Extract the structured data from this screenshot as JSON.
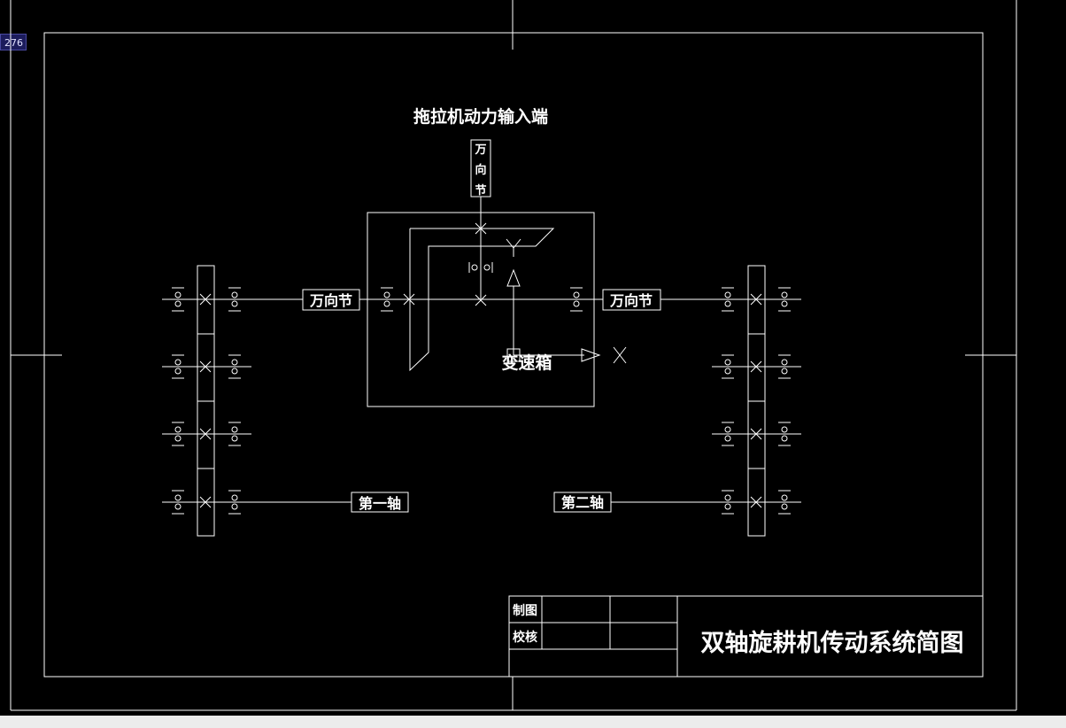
{
  "viewport_badge": "276",
  "labels": {
    "power_input": "拖拉机动力输入端",
    "ujoint_vertical": [
      "万",
      "向",
      "节"
    ],
    "ujoint_left": "万向节",
    "ujoint_right": "万向节",
    "gearbox": "变速箱",
    "first_shaft": "第一轴",
    "second_shaft": "第二轴"
  },
  "title_block": {
    "drawn_by_label": "制图",
    "checked_by_label": "校核",
    "drawing_title": "双轴旋耕机传动系统简图"
  },
  "colors": {
    "background": "#000000",
    "line": "#ffffff",
    "badge_bg": "#1c1c5c"
  }
}
